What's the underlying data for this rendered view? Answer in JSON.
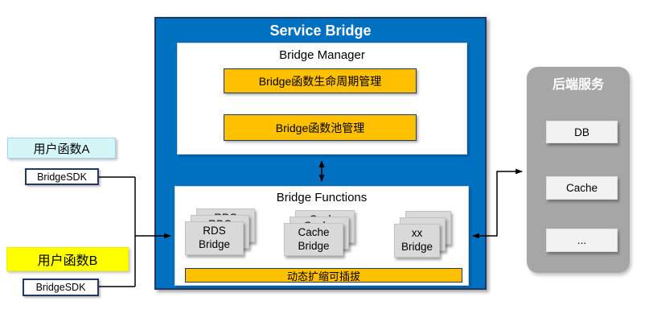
{
  "diagram": {
    "colors": {
      "service_bridge_blue": "#0070C0",
      "accent_orange": "#FFC000",
      "user_func_a_cyan": "#D5F6F7",
      "user_func_b_yellow": "#FFFF00",
      "backend_gray": "#A6A6A6",
      "card_gray": "#D9D9D9",
      "dark_border_navy": "#1F3864"
    },
    "left": {
      "user_function_a": "用户函数A",
      "sdk_a": "BridgeSDK",
      "user_function_b": "用户函数B",
      "sdk_b": "BridgeSDK"
    },
    "service_bridge": {
      "title": "Service Bridge",
      "bridge_manager": {
        "title": "Bridge Manager",
        "buttons": [
          "Bridge函数生命周期管理",
          "Bridge函数池管理"
        ]
      },
      "bridge_functions": {
        "title": "Bridge Functions",
        "stacks": [
          {
            "label": "RDS\nBridge"
          },
          {
            "label": "Cache\nBridge"
          },
          {
            "label": "xx\nBridge"
          }
        ],
        "banner": "动态扩缩可插拔"
      }
    },
    "backend": {
      "title": "后端服务",
      "services": [
        "DB",
        "Cache",
        "..."
      ]
    }
  }
}
